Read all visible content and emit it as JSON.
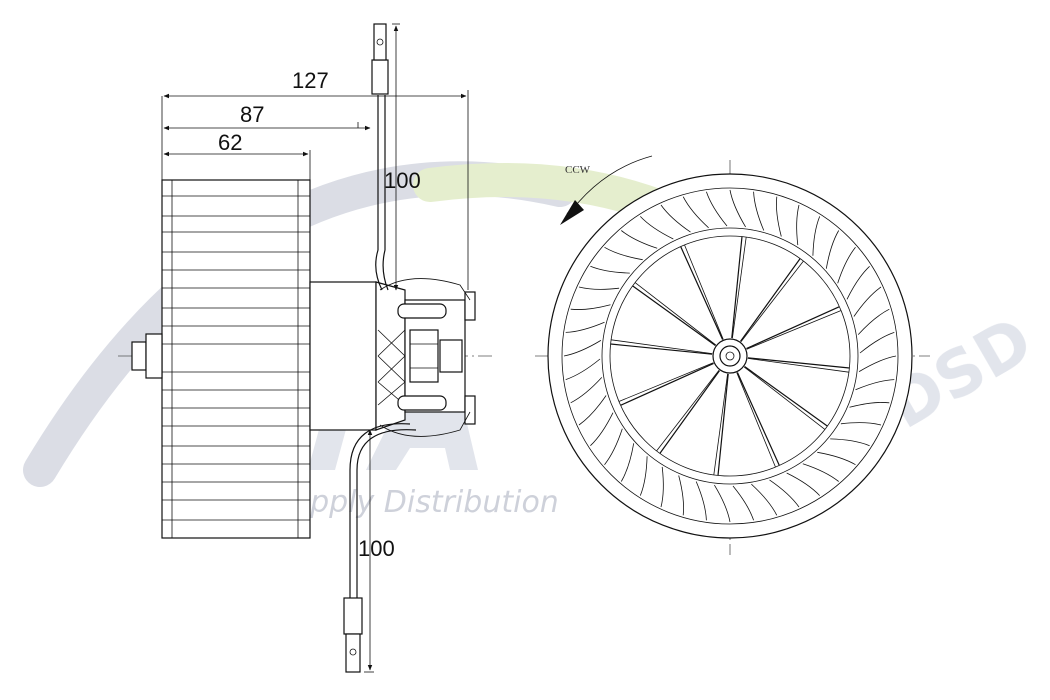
{
  "drawing": {
    "dimensions": {
      "d127": "127",
      "d87": "87",
      "d62": "62",
      "wire_top": "100",
      "wire_bottom": "100"
    },
    "rotation_label": "CCW"
  },
  "watermark": {
    "tagline": "Direct Supply Distribution",
    "brand": "DSD",
    "colors": {
      "arc_grey": "#d7dae3",
      "arc_green": "#e3edc9",
      "text_grey": "#c9ccd6"
    }
  }
}
